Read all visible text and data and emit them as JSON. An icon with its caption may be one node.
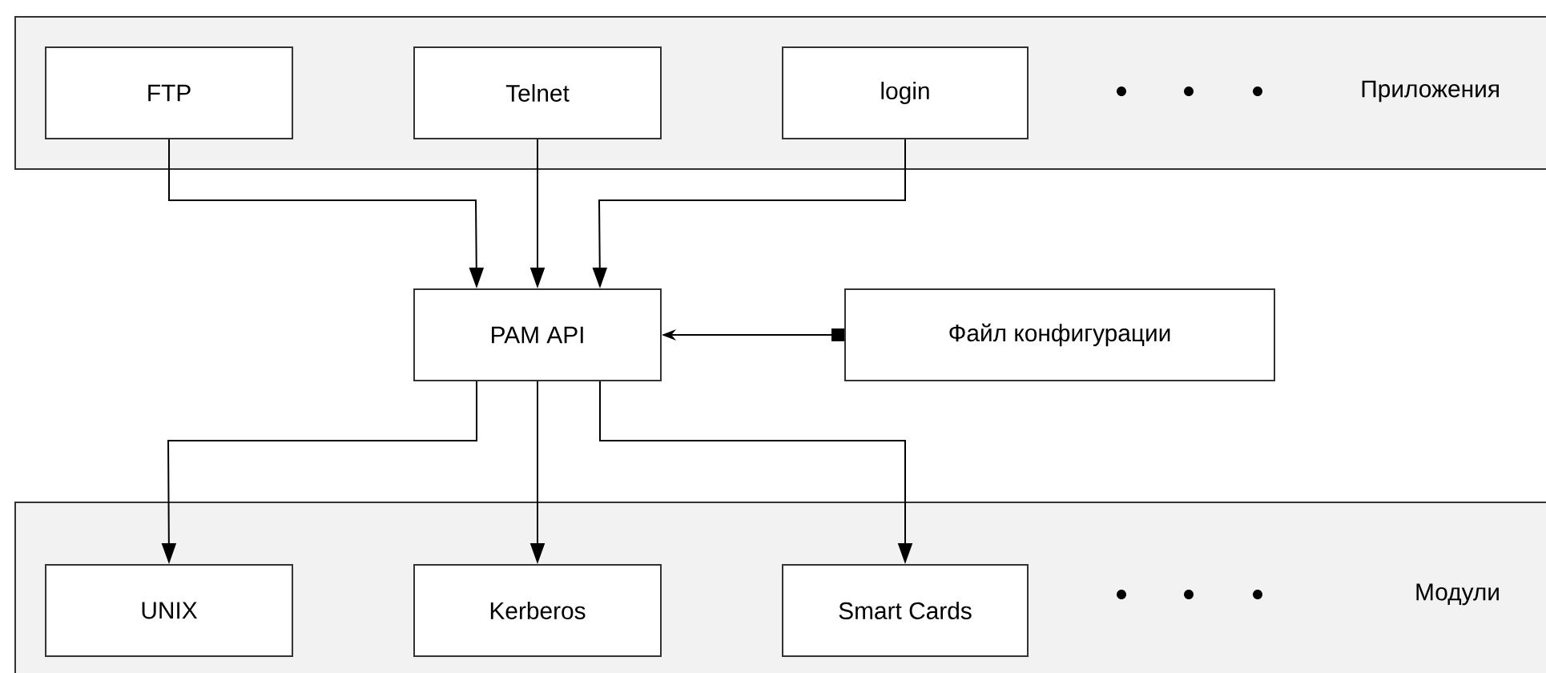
{
  "diagram": {
    "nodes": [
      {
        "text": [
          "Приложения"
        ]
      },
      {
        "text": [
          "FTP"
        ],
        "in": 0
      },
      {
        "text": [
          "Telnet"
        ],
        "in": 0
      },
      {
        "text": [
          "login"
        ],
        "in": 0
      },
      {
        "text": [
          "PAM API"
        ]
      },
      {
        "text": [
          "Файл конфигурации"
        ]
      },
      {
        "text": [
          "Модули"
        ]
      },
      {
        "text": [
          "UNIX"
        ],
        "in": 6
      },
      {
        "text": [
          "Kerberos"
        ],
        "in": 6
      },
      {
        "text": [
          "Smart Cards"
        ],
        "in": 6
      }
    ],
    "edges": [
      {
        "from": 1,
        "to": 4,
        "arrow": "to"
      },
      {
        "from": 2,
        "to": 4,
        "arrow": "to"
      },
      {
        "from": 3,
        "to": 4,
        "arrow": "to"
      },
      {
        "from": 5,
        "to": 4,
        "arrow": "to"
      },
      {
        "from": 4,
        "to": 7,
        "arrow": "to"
      },
      {
        "from": 4,
        "to": 8,
        "arrow": "to"
      },
      {
        "from": 4,
        "to": 9,
        "arrow": "to"
      }
    ]
  }
}
